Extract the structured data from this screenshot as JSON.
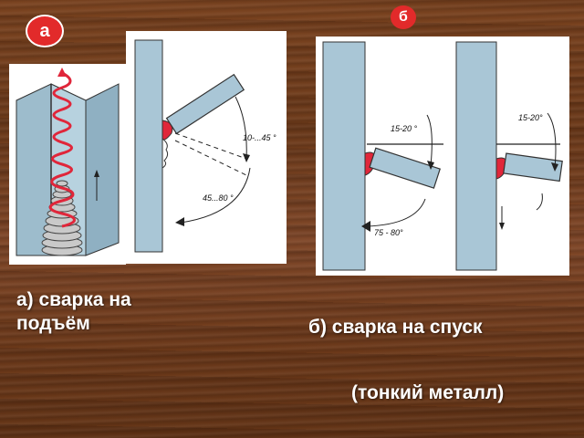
{
  "badges": {
    "a": "а",
    "b": "б"
  },
  "captions": {
    "a_line1": "а) сварка на",
    "a_line2": "подъём",
    "b_line1": "б) сварка на спуск",
    "b_line2": "(тонкий металл)"
  },
  "annotations": {
    "a_angle1": "10-...45 °",
    "a_angle2": "45...80 °",
    "b_left_top": "15-20 °",
    "b_left_bottom": "75 - 80°",
    "b_right_top": "15-20°"
  },
  "colors": {
    "badge": "#e22a2a",
    "plate": "#a9c6d6",
    "weld": "#e0263a"
  }
}
